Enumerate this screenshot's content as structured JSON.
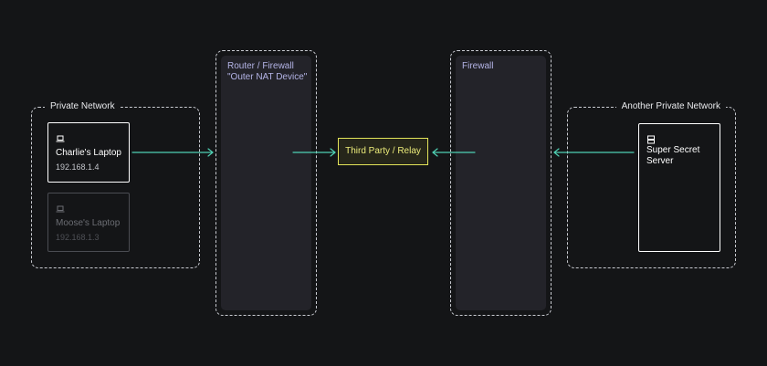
{
  "private_network": {
    "label": "Private Network",
    "devices": [
      {
        "name": "Charlie's Laptop",
        "ip": "192.168.1.4",
        "icon": "laptop-icon",
        "active": true
      },
      {
        "name": "Moose's Laptop",
        "ip": "192.168.1.3",
        "icon": "laptop-icon",
        "active": false
      }
    ]
  },
  "outer_nat": {
    "label_line1": "Router / Firewall",
    "label_line2": "\"Outer NAT Device\""
  },
  "relay": {
    "label": "Third Party / Relay"
  },
  "remote_firewall": {
    "label": "Firewall"
  },
  "another_network": {
    "label": "Another Private Network",
    "device": {
      "name_line1": "Super Secret",
      "name_line2": "Server",
      "icon": "server-icon"
    }
  },
  "colors": {
    "background": "#141517",
    "arrow": "#4fd1b4",
    "relay_border": "#e3e45a",
    "pillar_fill": "#232329",
    "pillar_label": "#b4b4e6"
  }
}
